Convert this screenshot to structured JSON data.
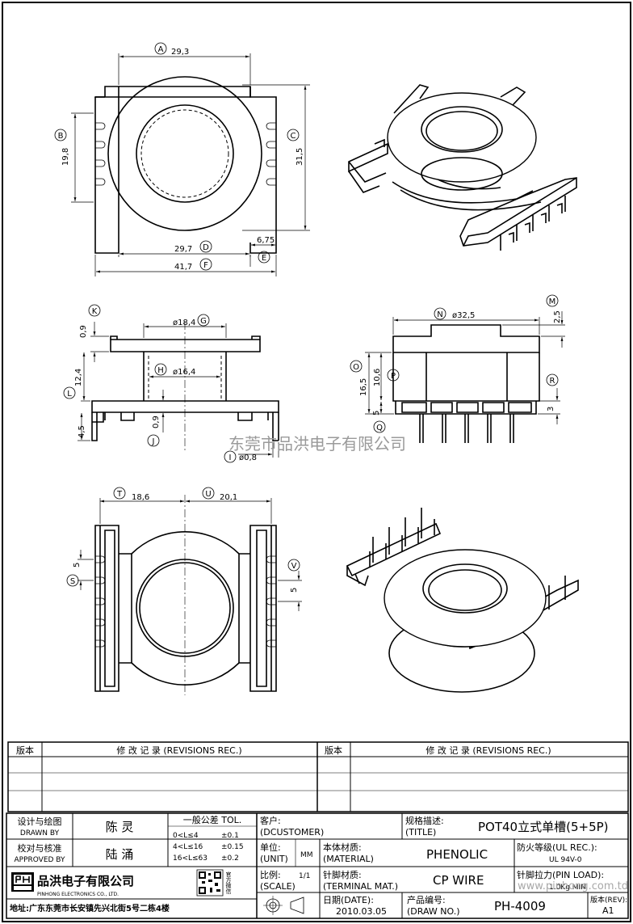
{
  "top_view": {
    "dims": {
      "a": "29,3",
      "b": "19,8",
      "c": "31,5",
      "d": "29,7",
      "e": "6,75",
      "f": "41,7"
    },
    "labels": {
      "a": "A",
      "b": "B",
      "c": "C",
      "d": "D",
      "e": "E",
      "f": "F"
    }
  },
  "side_view_left": {
    "dims": {
      "g": "ø18,4",
      "h": "ø16,4",
      "i": "ø0,8",
      "j": "0,9",
      "k": "0,9",
      "l": "12,4",
      "m45": "4,5"
    },
    "labels": {
      "g": "G",
      "h": "H",
      "i": "I",
      "j": "J",
      "k": "K",
      "l": "L"
    }
  },
  "side_view_right": {
    "dims": {
      "n": "ø32,5",
      "m": "2,5",
      "o": "16,5",
      "p": "10,6",
      "r": "3",
      "q": "5"
    },
    "labels": {
      "n": "N",
      "m": "M",
      "o": "O",
      "p": "P",
      "r": "R",
      "q": "Q"
    }
  },
  "bottom_view": {
    "dims": {
      "t": "18,6",
      "u": "20,1",
      "s": "5",
      "v": "5"
    },
    "labels": {
      "t": "T",
      "u": "U",
      "s": "S",
      "v": "V"
    }
  },
  "watermark": {
    "center": "东莞市品洪电子有限公司",
    "corner": "www.pinhong.com.td"
  },
  "revisions": {
    "col_version": "版本",
    "col_record": "修 改 记 录 (REVISIONS REC.)"
  },
  "title_block": {
    "designer_label_cn": "设计与绘图",
    "designer_label_en": "DRAWN BY",
    "designer": "陈 灵",
    "approver_label_cn": "校对与核准",
    "approver_label_en": "APPROVED BY",
    "approver": "陆 涌",
    "tol_title": "一般公差 TOL.",
    "tol_rows": [
      {
        "range": "0<L≤4",
        "val": "±0.1"
      },
      {
        "range": "4<L≤16",
        "val": "±0.15"
      },
      {
        "range": "16<L≤63",
        "val": "±0.2"
      }
    ],
    "customer_label_cn": "客户:",
    "customer_label_en": "(DCUSTOMER)",
    "title_label_cn": "规格描述:",
    "title_label_en": "(TITLE)",
    "title_value": "POT40立式单槽(5+5P)",
    "unit_label_cn": "单位:",
    "unit_label_en": "(UNIT)",
    "unit_value": "MM",
    "material_label_cn": "本体材质:",
    "material_label_en": "(MATERIAL)",
    "material_value": "PHENOLIC",
    "fire_label_cn": "防火等级(UL REC.):",
    "fire_value": "UL 94V-0",
    "scale_label_cn": "比例:",
    "scale_label_en": "(SCALE)",
    "scale_value": "1/1",
    "terminal_label_cn": "针脚材质:",
    "terminal_label_en": "(TERMINAL MAT.)",
    "terminal_value": "CP WIRE",
    "pinload_label_cn": "针脚拉力(PIN LOAD):",
    "pinload_value": "1.0Kg MIN",
    "date_label_cn": "日期(DATE):",
    "date_value": "2010.03.05",
    "drawno_label_cn": "产品编号:",
    "drawno_label_en": "(DRAW NO.)",
    "drawno_value": "PH-4009",
    "rev_label_cn": "版本(REV):",
    "rev_value": "A1",
    "company_cn": "品洪电子有限公司",
    "company_en": "PINHONG ELECTRONICS CO., LTD.",
    "address": "地址:广东东莞市长安镇先兴北街5号二栋4楼",
    "qr_caption": "官方微信"
  }
}
